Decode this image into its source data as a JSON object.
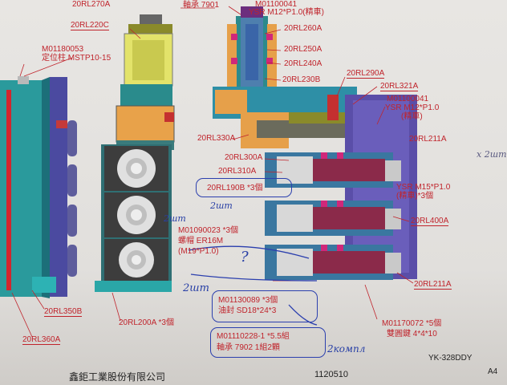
{
  "labels": {
    "rl270a": "20RL270A",
    "rl220c": "20RL220C",
    "bearing7901": "軸承 7901",
    "m01100041_top": "M01100041",
    "ysr_m12_top": "YSR M12*P1.0(精車)",
    "rl260a": "20RL260A",
    "rl250a": "20RL250A",
    "rl240a": "20RL240A",
    "rl230b": "20RL230B",
    "rl290a": "20RL290A",
    "rl321a": "20RL321A",
    "m01100041": "M01100041",
    "ysr_m12": "YSR M12*P1.0",
    "jingche": "(精車)",
    "m01180053": "M01180053",
    "locating_pin": "定位柱 MSTP10-15",
    "rl330a": "20RL330A",
    "rl211a_top": "20RL211A",
    "rl300a": "20RL300A",
    "rl310a": "20RL310A",
    "rl190b": "20RL190B *3個",
    "ysr_m15": "YSR M15*P1.0",
    "ysr_m15_sub": "(精車)*3個",
    "m01090023": "M01090023 *3個",
    "nut_er16m": "螺帽 ER16M",
    "m19": "(M19*P1.0)",
    "rl400a": "20RL400A",
    "rl211a_bottom": "20RL211A",
    "m01130089": "M01130089 *3個",
    "oil_seal": "油封 SD18*24*3",
    "m01110228": "M01110228-1 *5.5組",
    "bearing_7902": "軸承 7902 1組2顆",
    "m01170072": "M01170072 *5個",
    "round_key": "雙圓鍵 4*4*10",
    "rl350b": "20RL350B",
    "rl360a": "20RL360A",
    "rl200a": "20RL200A *3個"
  },
  "handwriting": {
    "two_pcs_1": "2шт",
    "two_pcs_2": "2шт",
    "two_pcs_3": "2шт",
    "question": "?",
    "two_sets": "2компл",
    "margin_note": "x 2шт"
  },
  "footer": {
    "company": "鑫鉅工業股份有限公司",
    "drawing_no": "1120510",
    "model": "YK-328DDY",
    "sheet": "A4"
  }
}
